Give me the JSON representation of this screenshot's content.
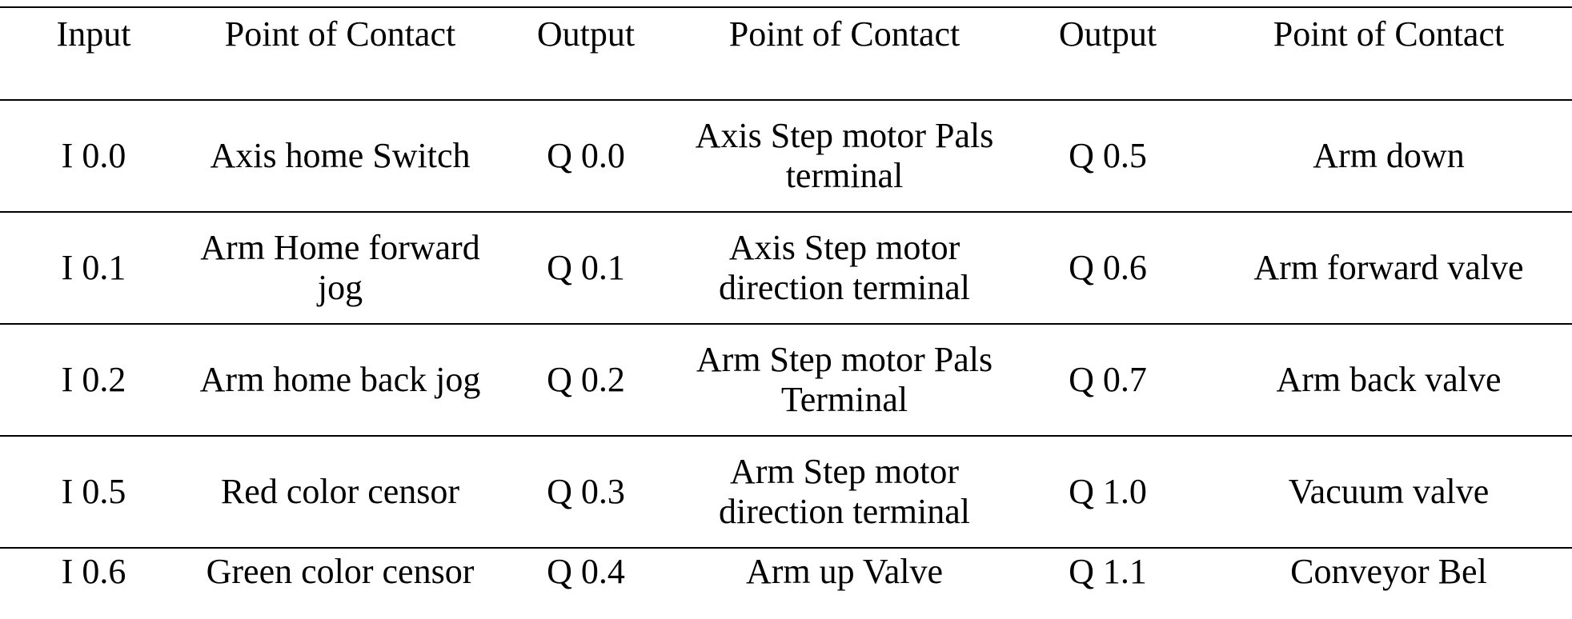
{
  "table": {
    "headers": [
      "Input",
      "Point of Contact",
      "Output",
      "Point of Contact",
      "Output",
      "Point of Contact"
    ],
    "rows": [
      [
        "I 0.0",
        "Axis home Switch",
        "Q 0.0",
        "Axis Step motor Pals terminal",
        "Q 0.5",
        "Arm down"
      ],
      [
        "I 0.1",
        "Arm Home forward jog",
        "Q 0.1",
        "Axis Step motor direction terminal",
        "Q 0.6",
        "Arm forward valve"
      ],
      [
        "I 0.2",
        "Arm home back jog",
        "Q 0.2",
        "Arm Step motor Pals Terminal",
        "Q 0.7",
        "Arm back valve"
      ],
      [
        "I 0.5",
        "Red color censor",
        "Q 0.3",
        "Arm Step motor direction terminal",
        "Q 1.0",
        "Vacuum valve"
      ],
      [
        "I 0.6",
        "Green color censor",
        "Q 0.4",
        "Arm up Valve",
        "Q 1.1",
        "Conveyor Bel"
      ]
    ]
  }
}
